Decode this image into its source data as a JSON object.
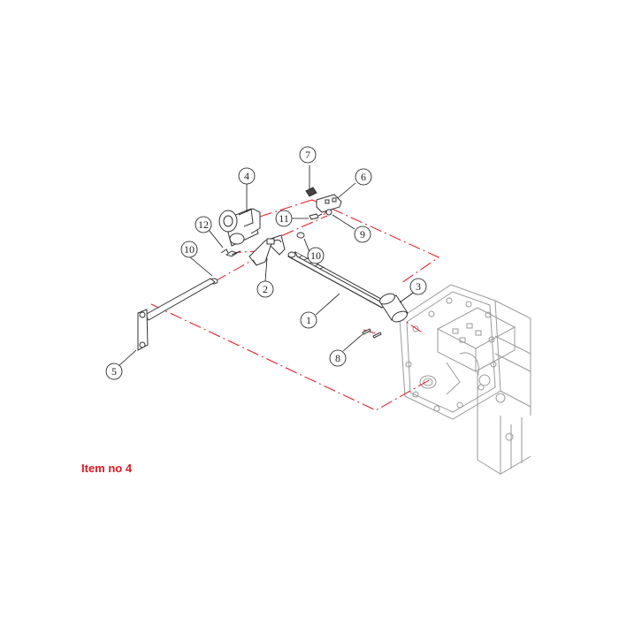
{
  "callouts": [
    {
      "id": "1",
      "label": "1"
    },
    {
      "id": "2",
      "label": "2"
    },
    {
      "id": "3",
      "label": "3"
    },
    {
      "id": "4",
      "label": "4"
    },
    {
      "id": "5",
      "label": "5"
    },
    {
      "id": "6",
      "label": "6"
    },
    {
      "id": "7",
      "label": "7"
    },
    {
      "id": "8",
      "label": "8"
    },
    {
      "id": "9",
      "label": "9"
    },
    {
      "id": "10a",
      "label": "10"
    },
    {
      "id": "10b",
      "label": "10"
    },
    {
      "id": "11",
      "label": "11"
    },
    {
      "id": "12",
      "label": "12"
    }
  ],
  "item_label": "Item no 4",
  "colors": {
    "assembly_line": "#e8141e",
    "part_stroke": "#333333",
    "housing_stroke": "#9a9a9a"
  }
}
